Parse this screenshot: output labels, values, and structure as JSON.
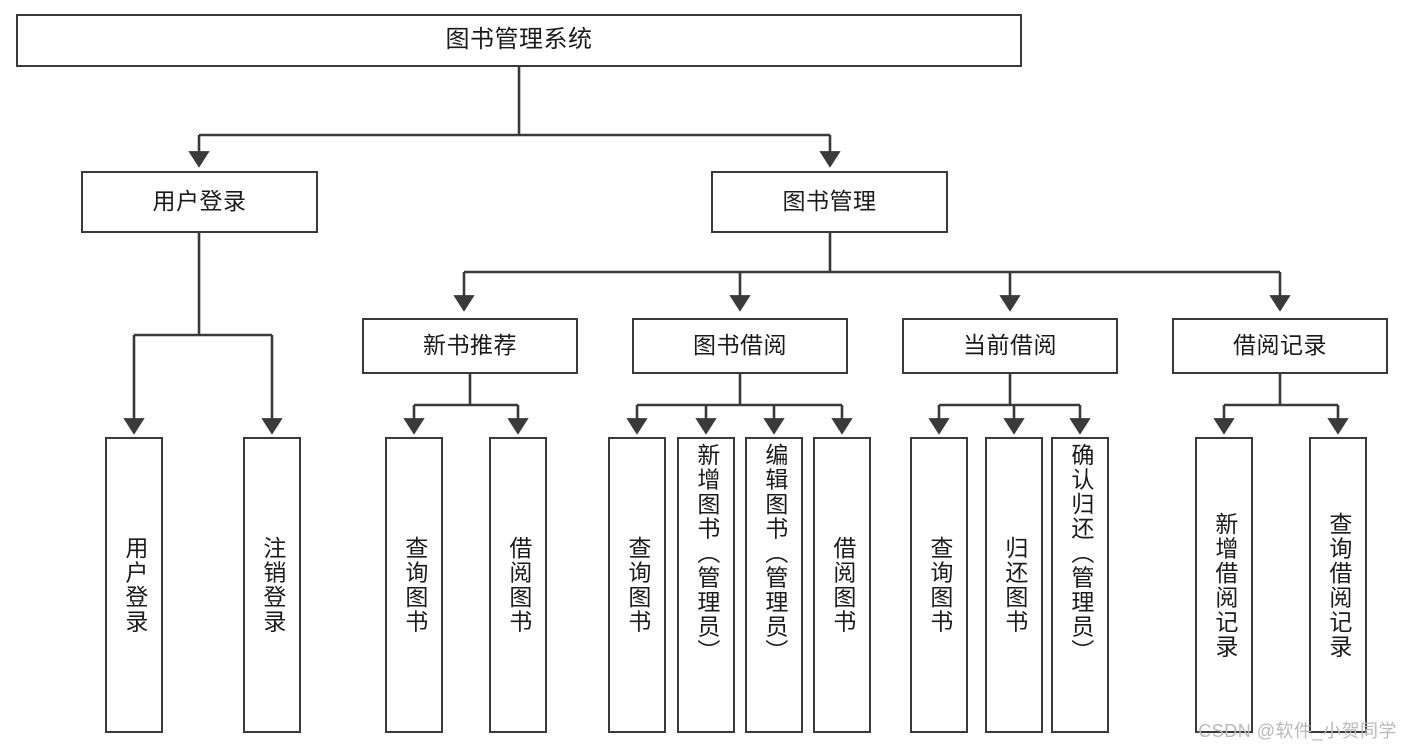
{
  "diagram": {
    "type": "tree-hierarchy",
    "title": "图书管理系统",
    "watermark": "CSDN @软件_小贺同学",
    "colors": {
      "background": "#ffffff",
      "box_border": "#3a3a3a",
      "box_fill": "#ffffff",
      "connector": "#3a3a3a",
      "text": "#1b1b1b",
      "watermark": "#b9b9b9"
    },
    "nodes": {
      "root": {
        "label": "图书管理系统"
      },
      "level2": [
        {
          "label": "用户登录"
        },
        {
          "label": "图书管理"
        }
      ],
      "level3": [
        {
          "label": "新书推荐"
        },
        {
          "label": "图书借阅"
        },
        {
          "label": "当前借阅"
        },
        {
          "label": "借阅记录"
        }
      ],
      "leaves": {
        "user_login": [
          {
            "label": "用户登录"
          },
          {
            "label": "注销登录"
          }
        ],
        "new_book_recommend": [
          {
            "label": "查询图书"
          },
          {
            "label": "借阅图书"
          }
        ],
        "book_borrow": [
          {
            "label": "查询图书"
          },
          {
            "label": "新增图书（管理员）"
          },
          {
            "label": "编辑图书（管理员）"
          },
          {
            "label": "借阅图书"
          }
        ],
        "current_borrow": [
          {
            "label": "查询图书"
          },
          {
            "label": "归还图书"
          },
          {
            "label": "确认归还（管理员）"
          }
        ],
        "borrow_records": [
          {
            "label": "新增借阅记录"
          },
          {
            "label": "查询借阅记录"
          }
        ]
      }
    }
  }
}
